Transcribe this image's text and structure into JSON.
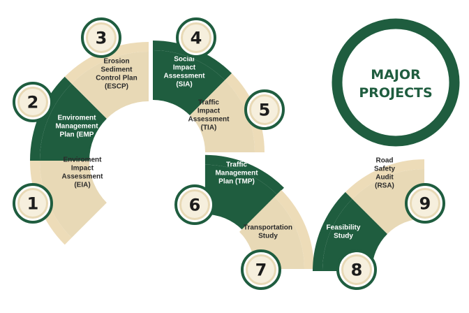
{
  "title_lines": [
    "MAJOR",
    "PROJECTS"
  ],
  "colors": {
    "green": "#1f5d3f",
    "tan": "#e8d9b6",
    "outer_tan": "#eddcb8",
    "ring_bg": "#f6efdd",
    "white": "#ffffff"
  },
  "items": [
    {
      "number": "1",
      "lines": [
        "Enviroment",
        "Impact",
        "Assessment",
        "(EIA)"
      ],
      "fill": "tan"
    },
    {
      "number": "2",
      "lines": [
        "Enviroment",
        "Management",
        "Plan (EMP"
      ],
      "fill": "green"
    },
    {
      "number": "3",
      "lines": [
        "Erosion",
        "Sediment",
        "Control Plan",
        "(ESCP)"
      ],
      "fill": "tan"
    },
    {
      "number": "4",
      "lines": [
        "Social",
        "Impact",
        "Assessment",
        "(SIA)"
      ],
      "fill": "green"
    },
    {
      "number": "5",
      "lines": [
        "Traffic",
        "Impact",
        "Assessment",
        "(TIA)"
      ],
      "fill": "tan"
    },
    {
      "number": "6",
      "lines": [
        "Traffic",
        "Management",
        "Plan (TMP)"
      ],
      "fill": "green"
    },
    {
      "number": "7",
      "lines": [
        "Transportation",
        "Study"
      ],
      "fill": "tan"
    },
    {
      "number": "8",
      "lines": [
        "Feasibility",
        "Study"
      ],
      "fill": "green"
    },
    {
      "number": "9",
      "lines": [
        "Road",
        "Safety",
        "Audit",
        "(RSA)"
      ],
      "fill": "tan"
    }
  ]
}
